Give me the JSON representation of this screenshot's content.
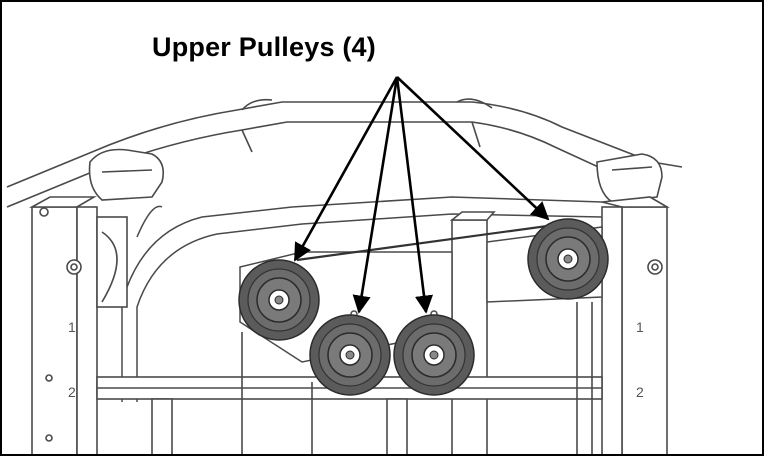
{
  "callout": {
    "label": "Upper Pulleys (4)"
  },
  "post_markings": {
    "left": [
      "1",
      "2"
    ],
    "right": [
      "1",
      "2"
    ]
  },
  "colors": {
    "outline": "#3a3a3a",
    "pulley_dark": "#5b5b5b",
    "pulley_mid": "#7a7a7a",
    "pulley_light": "#9a9a9a",
    "arrow": "#000000"
  }
}
